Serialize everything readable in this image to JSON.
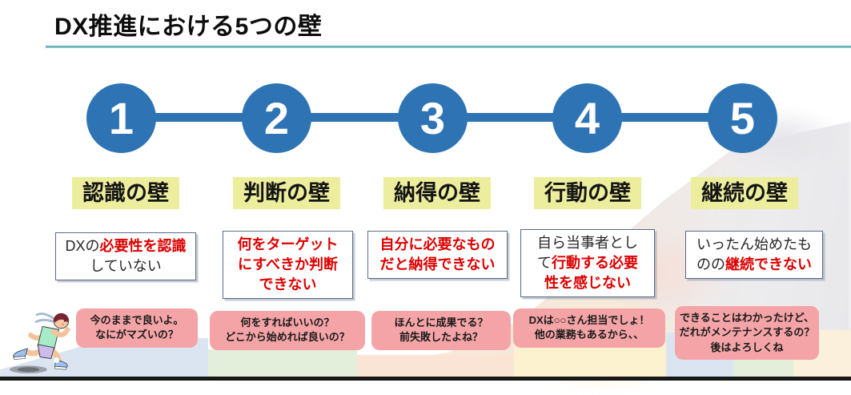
{
  "title": "DX推進における5つの壁",
  "colors": {
    "circle_blue": "#2e74b5",
    "label_yellow": "#edee9d",
    "red_text": "#dd0000",
    "bubble_pink": "#f4a4a6",
    "underline_teal": "#4da4ac",
    "box_border": "#5a6b85"
  },
  "columns": [
    {
      "number": "1",
      "label": "認識の壁",
      "box_segments": [
        {
          "text": "DXの",
          "red": false
        },
        {
          "text": "必要性を認識",
          "red": true
        },
        {
          "text": "\nしていない",
          "red": false
        }
      ],
      "bubble": "今のままで良いよ。\nなにがマズいの？"
    },
    {
      "number": "2",
      "label": "判断の壁",
      "box_segments": [
        {
          "text": "何をターゲット\nにすべきか判断\nできない",
          "red": true
        }
      ],
      "bubble": "何をすればいいの？\nどこから始めれば良いの？"
    },
    {
      "number": "3",
      "label": "納得の壁",
      "box_segments": [
        {
          "text": "自分に必要なもの\nだと納得できない",
          "red": true
        }
      ],
      "bubble": "ほんとに成果でる？\n前失敗したよね？"
    },
    {
      "number": "4",
      "label": "行動の壁",
      "box_segments": [
        {
          "text": "自ら当事者とし\nて",
          "red": false
        },
        {
          "text": "行動する必要\n性を感じない",
          "red": true
        }
      ],
      "bubble": "DXは○○さん担当でしょ！\n他の業務もあるから、、"
    },
    {
      "number": "5",
      "label": "継続の壁",
      "box_segments": [
        {
          "text": "いったん始めたも\nのの",
          "red": false
        },
        {
          "text": "継続できない",
          "red": true
        }
      ],
      "bubble": "できることはわかったけど、\nだれがメンテナンスするの？\n後はよろしくね"
    }
  ]
}
